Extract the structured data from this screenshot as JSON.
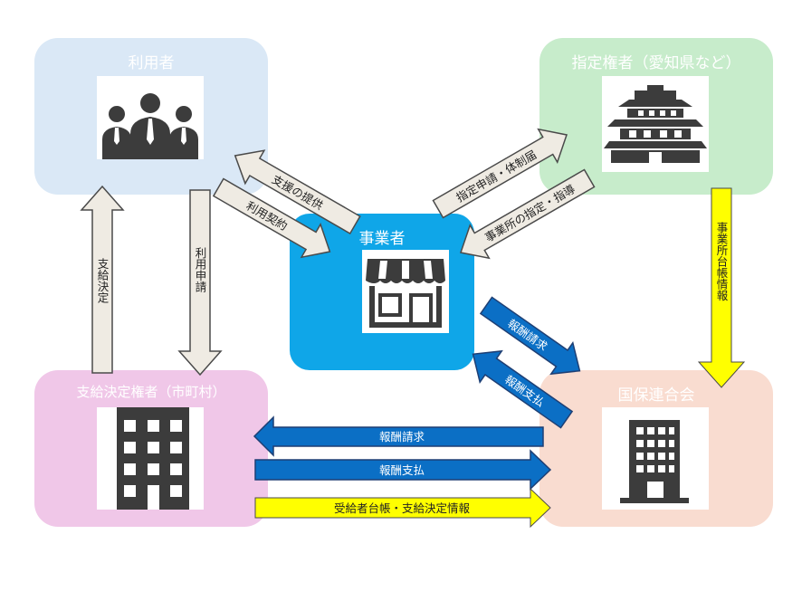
{
  "nodes": {
    "user": {
      "title": "利用者",
      "color": "#dae8f6",
      "icon": "people-icon"
    },
    "designator": {
      "title": "指定権者（愛知県など）",
      "color": "#c7eccb",
      "icon": "castle-icon"
    },
    "provider": {
      "title": "事業者",
      "color": "#0fa6e8",
      "icon": "shop-icon"
    },
    "municipality": {
      "title": "支給決定権者（市町村）",
      "color": "#f0c7e8",
      "icon": "office-building-icon"
    },
    "federation": {
      "title": "国保連合会",
      "color": "#f9dcd0",
      "icon": "tower-building-icon"
    }
  },
  "arrows": {
    "support": "支援の提供",
    "contract": "利用契約",
    "designation_apply": "指定申請・体制届",
    "designation_guide": "事業所の指定・指導",
    "ledger_info": "事業所台帳情報",
    "payment_decision": "支給決定",
    "usage_apply": "利用申請",
    "fee_claim_provider": "報酬請求",
    "fee_pay_provider": "報酬支払",
    "fee_claim_muni": "報酬請求",
    "fee_pay_muni": "報酬支払",
    "recipient_info": "受給者台帳・支給決定情報"
  },
  "colors": {
    "grey_arrow_fill": "#efebe3",
    "grey_arrow_stroke": "#4a4a4a",
    "blue_arrow_fill": "#0b6fc5",
    "blue_arrow_stroke": "#1e3f74",
    "yellow_arrow_fill": "#ffff00",
    "icon_fill": "#3c3c3c"
  }
}
